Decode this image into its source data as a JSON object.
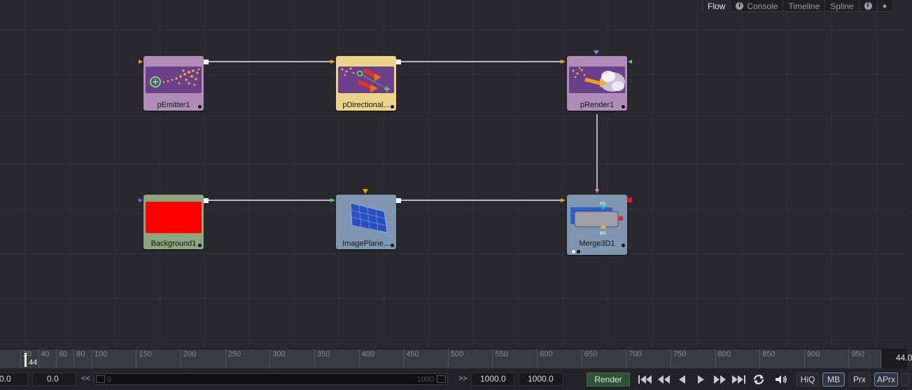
{
  "tabs": [
    {
      "label": "Flow",
      "active": true,
      "info": false
    },
    {
      "label": "Console",
      "active": false,
      "info": true
    },
    {
      "label": "Timeline",
      "active": false,
      "info": false
    },
    {
      "label": "Spline",
      "active": false,
      "info": false
    }
  ],
  "nodes": {
    "pemitter": "pEmitter1",
    "pdirectional": "pDirectional...",
    "prender": "pRender1",
    "background": "Background1",
    "imageplane": "ImagePlane...",
    "merge3d": "Merge3D1",
    "merge_fg": "FG",
    "merge_bg": "BG"
  },
  "ruler": {
    "ticks": [
      "20",
      "40",
      "60",
      "80",
      "100",
      "150",
      "200",
      "250",
      "300",
      "350",
      "400",
      "450",
      "500",
      "550",
      "600",
      "650",
      "700",
      "750",
      "800",
      "850",
      "900",
      "950"
    ],
    "playhead": "44",
    "current_frame": "44.0"
  },
  "transport": {
    "global_start": "0.0",
    "render_start": "0.0",
    "back_label": "<<",
    "range_low": "0",
    "range_high": "1000",
    "forward_label": ">>",
    "render_end": "1000.0",
    "global_end": "1000.0",
    "render_button": "Render",
    "hiq": "HiQ",
    "mb": "MB",
    "prx": "Prx",
    "aprx": "APrx"
  },
  "colors": {
    "background_node_fill": "#ff0000",
    "render_button": "#2d5236"
  }
}
